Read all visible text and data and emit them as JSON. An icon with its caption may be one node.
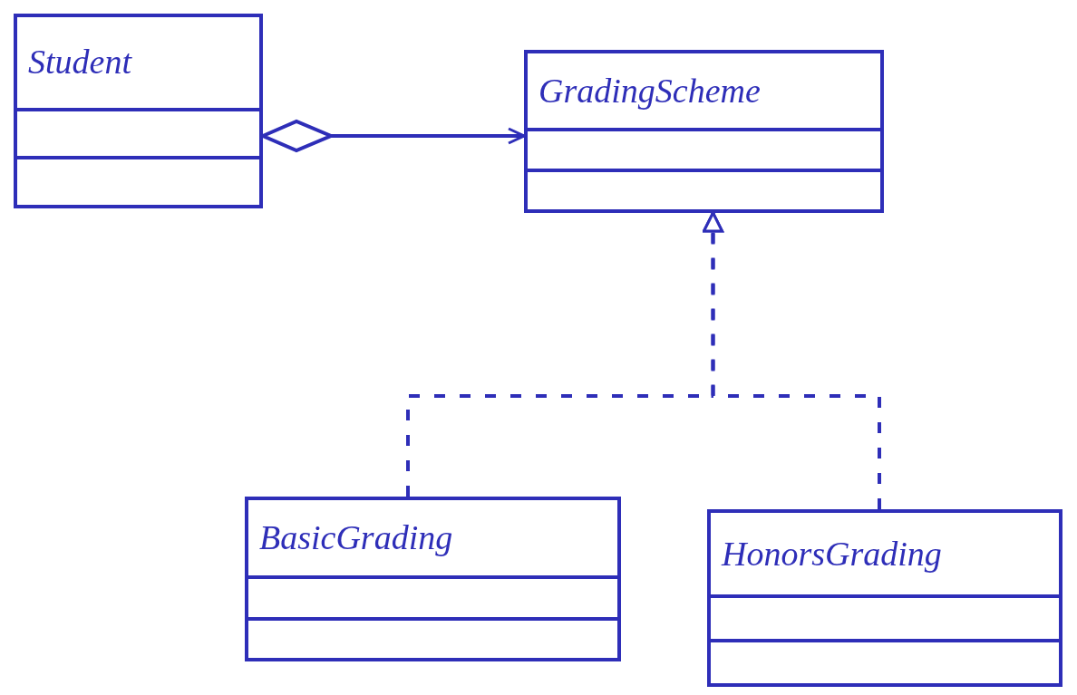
{
  "diagram": {
    "nodes": [
      {
        "text": [
          "Student"
        ]
      },
      {
        "text": [
          "GradingScheme"
        ]
      },
      {
        "text": [
          "BasicGrading"
        ]
      },
      {
        "text": [
          "HonorsGrading"
        ]
      }
    ],
    "edges": [
      {
        "from": 0,
        "to": 1,
        "arrow": "to"
      },
      {
        "from": 2,
        "to": 1,
        "arrow": "to",
        "style": "dashed"
      },
      {
        "from": 3,
        "to": 1,
        "arrow": "to",
        "style": "dashed"
      }
    ]
  }
}
